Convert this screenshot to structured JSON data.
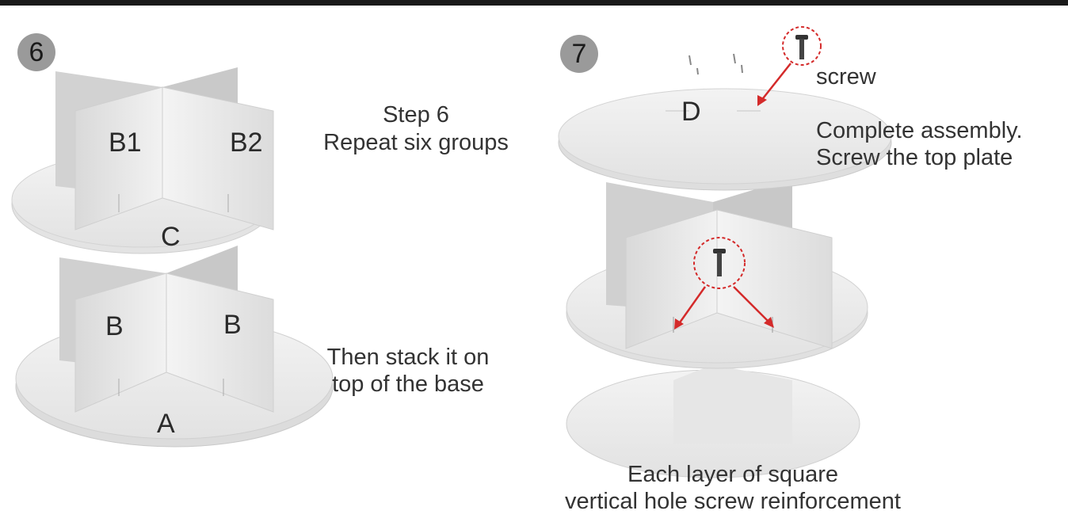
{
  "step6": {
    "number": "6",
    "title": "Step 6",
    "subtitle": "Repeat six groups",
    "stack_note_line1": "Then stack it on",
    "stack_note_line2": "top of the base",
    "labels": {
      "b1": "B1",
      "b2": "B2",
      "c": "C",
      "b_left": "B",
      "b_right": "B",
      "a": "A"
    }
  },
  "step7": {
    "number": "7",
    "screw_label": "screw",
    "plate_label": "D",
    "note_line1": "Complete assembly.",
    "note_line2": "Screw the top plate",
    "caption_line1": "Each layer of square",
    "caption_line2": "vertical hole screw reinforcement"
  },
  "colors": {
    "accent_red": "#d42a2a",
    "panel": "#e9e9e9",
    "badge": "#9a9a9a"
  }
}
